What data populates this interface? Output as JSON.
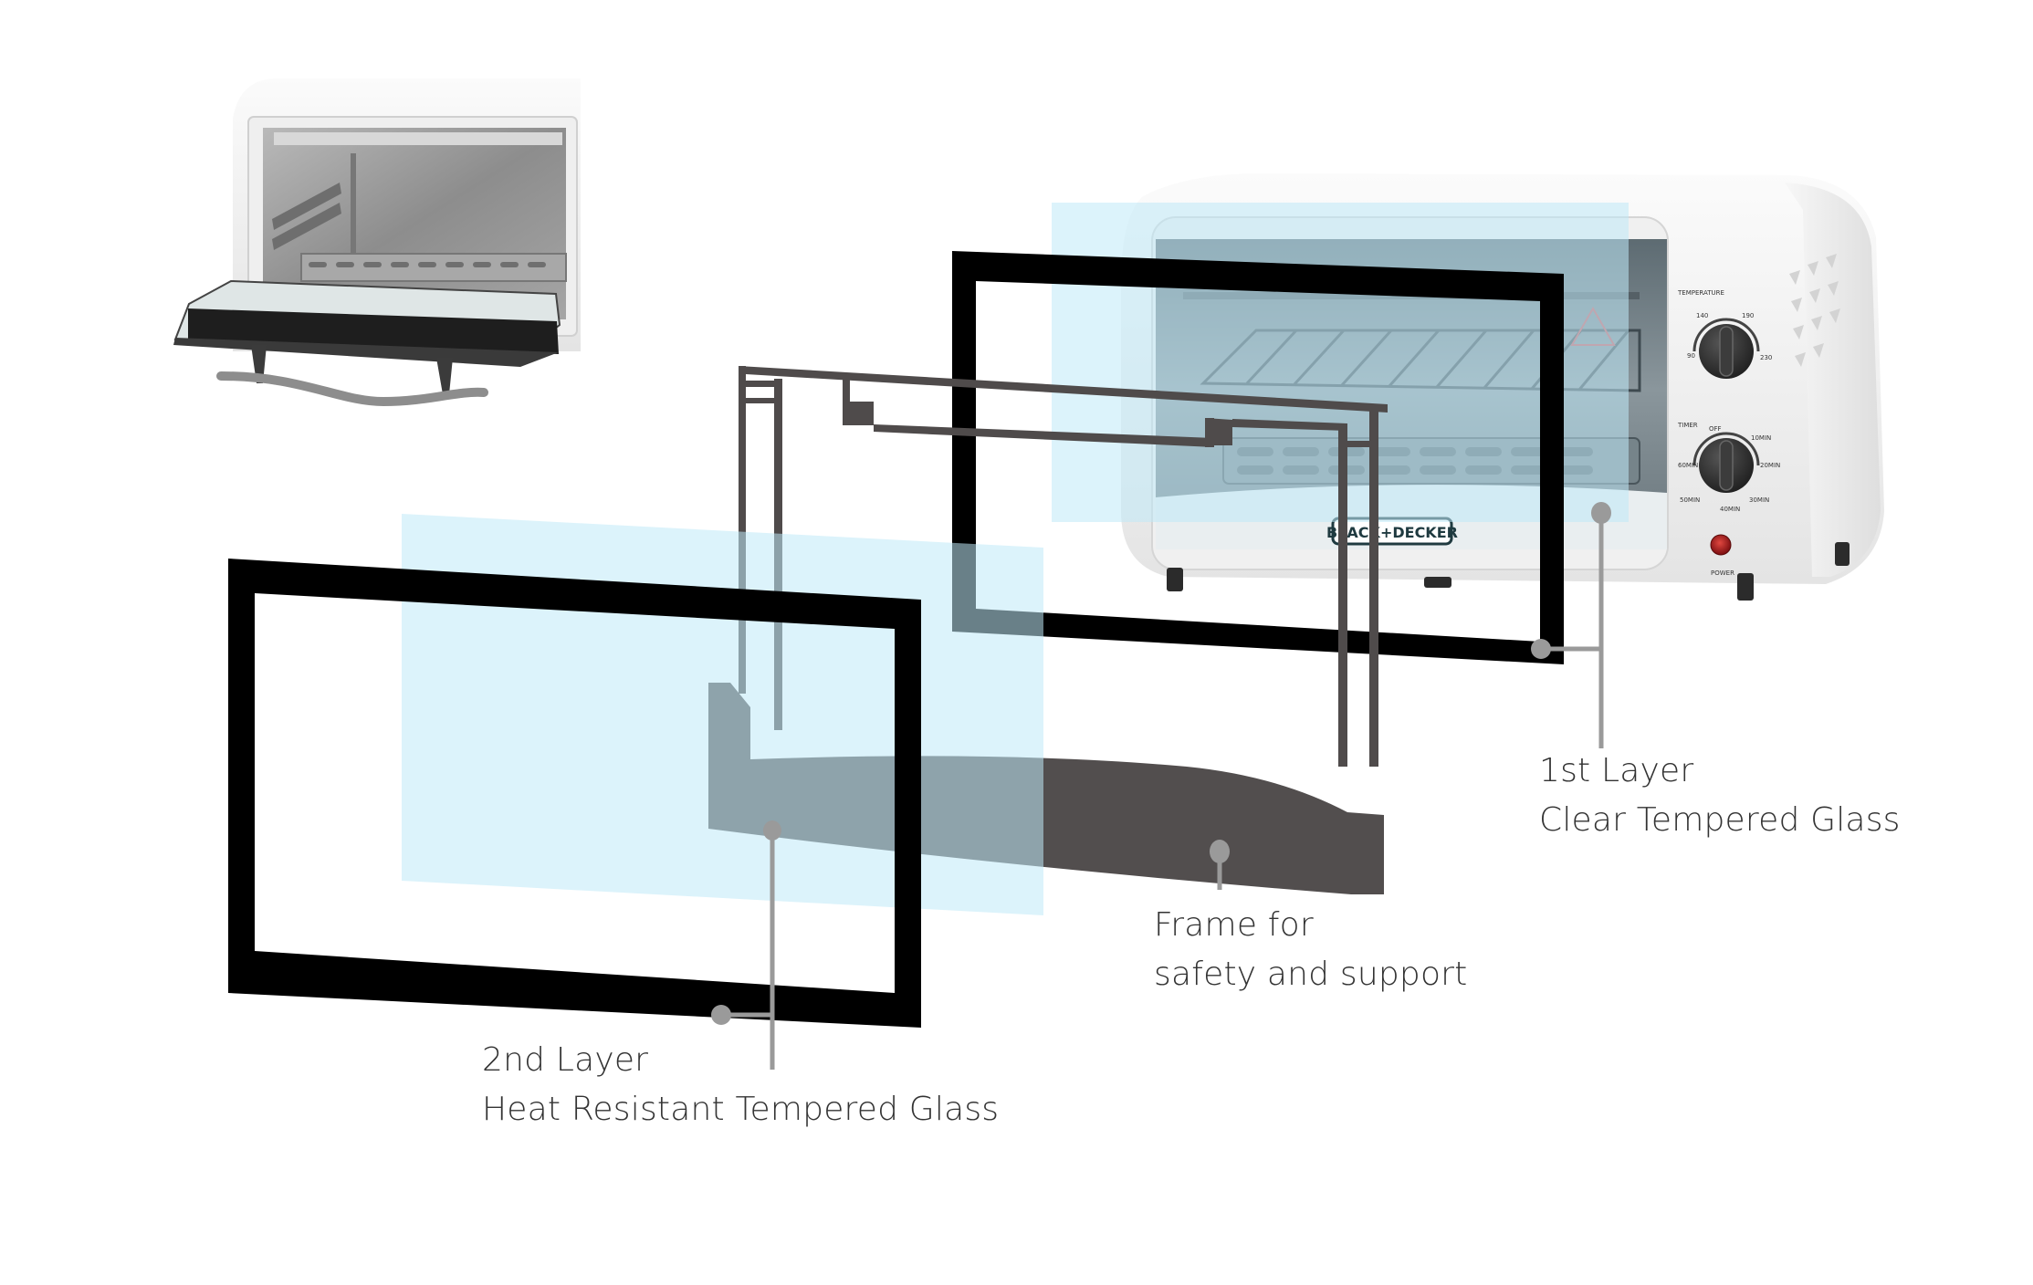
{
  "diagram": {
    "title": "Double layered glass door — exploded view",
    "brand_logo": "BLACK+DECKER",
    "colors": {
      "background": "#ffffff",
      "glass_tint": "#cfeefb",
      "frame_black": "#000000",
      "support_frame": "#4f4b4b",
      "leader": "#9a9a9a",
      "label_text": "#333333",
      "oven_body": "#f3f3f3",
      "knob": "#2e2e2e",
      "power_light": "#b3141a"
    },
    "callouts": [
      {
        "id": "layer1",
        "lines": [
          "1st Layer",
          "Clear Tempered Glass"
        ]
      },
      {
        "id": "frame",
        "lines": [
          "Frame for",
          "safety and support"
        ]
      },
      {
        "id": "layer2",
        "lines": [
          "2nd Layer",
          "Heat Resistant Tempered Glass"
        ]
      }
    ],
    "oven_panel": {
      "temperature_label": "TEMPERATURE",
      "temperature_ticks": [
        "90",
        "140",
        "190",
        "230"
      ],
      "timer_label": "TIMER",
      "timer_ticks": [
        "OFF",
        "10MIN",
        "20MIN",
        "30MIN",
        "40MIN",
        "50MIN",
        "60MIN"
      ],
      "power_label": "POWER"
    }
  }
}
